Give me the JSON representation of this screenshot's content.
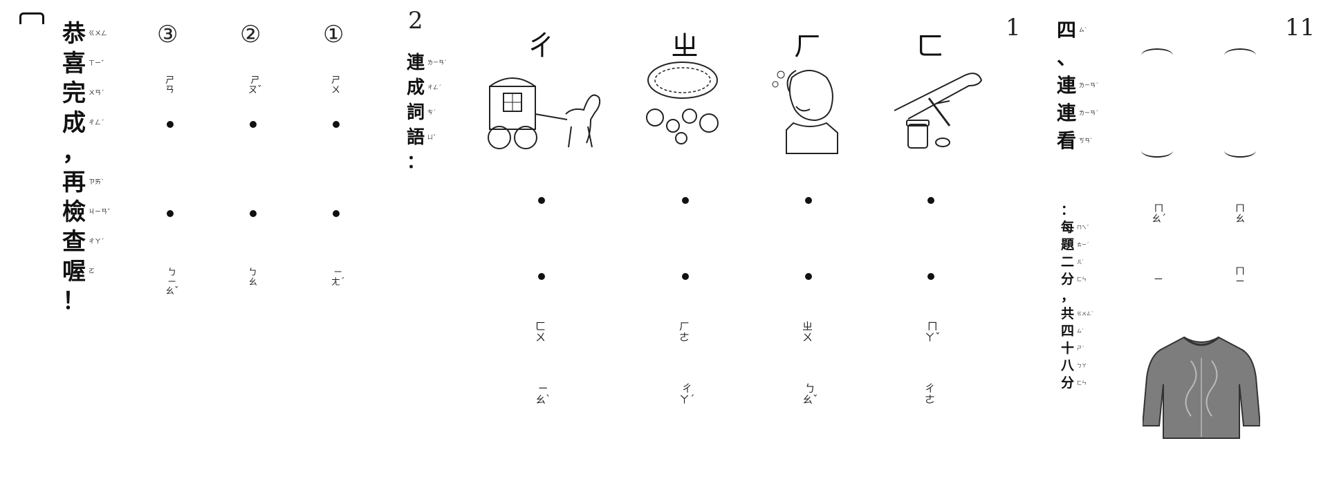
{
  "page_numbers": {
    "right": "11",
    "section1": "1",
    "section2": "2"
  },
  "congrats": {
    "left_bracket": "︶",
    "chars": [
      {
        "h": "恭",
        "zy": "ㄍㄨㄥ"
      },
      {
        "h": "喜",
        "zy": "ㄒㄧˇ"
      },
      {
        "h": "完",
        "zy": "ㄨㄢˊ"
      },
      {
        "h": "成",
        "zy": "ㄔㄥˊ"
      },
      {
        "h": "，",
        "zy": ""
      },
      {
        "h": "再",
        "zy": "ㄗㄞˋ"
      },
      {
        "h": "檢",
        "zy": "ㄐㄧㄢˇ"
      },
      {
        "h": "查",
        "zy": "ㄔㄚˊ"
      },
      {
        "h": "喔",
        "zy": "ㄛ"
      },
      {
        "h": "！",
        "zy": ""
      }
    ]
  },
  "part2": {
    "title_chars": [
      {
        "h": "連",
        "zy": "ㄌㄧㄢˊ"
      },
      {
        "h": "成",
        "zy": "ㄔㄥˊ"
      },
      {
        "h": "詞",
        "zy": "ㄘˊ"
      },
      {
        "h": "語",
        "zy": "ㄩˇ"
      },
      {
        "h": "：",
        "zy": ""
      }
    ],
    "items": [
      {
        "label": "①",
        "top": [
          "ㄕ",
          "ㄨ"
        ],
        "bottom": [
          "ㄧ",
          "ㄤˊ"
        ]
      },
      {
        "label": "②",
        "top": [
          "ㄕ",
          "ㄡˇ"
        ],
        "bottom": [
          "ㄅ",
          "ㄠ"
        ]
      },
      {
        "label": "③",
        "top": [
          "ㄕ",
          "ㄢ"
        ],
        "bottom": [
          "ㄅ",
          "ㄧ",
          "ㄠˇ"
        ]
      }
    ]
  },
  "part1": {
    "columns": [
      {
        "glyph": "ㄈ",
        "icon": "medicine-application-icon",
        "zy1": [
          "ㄇ",
          "ㄚˇ"
        ],
        "zy2": [
          "ㄔ",
          "ㄜ"
        ]
      },
      {
        "glyph": "ㄏ",
        "icon": "girl-blowing-nose-icon",
        "zy1": [
          "ㄓ",
          "ㄨ"
        ],
        "zy2": [
          "ㄅ",
          "ㄠˇ"
        ]
      },
      {
        "glyph": "ㄓ",
        "icon": "jewelry-necklace-icon",
        "zy1": [
          "ㄏ",
          "ㄜ"
        ],
        "zy2": [
          "ㄔ",
          "ㄚˊ"
        ]
      },
      {
        "glyph": "ㄔ",
        "icon": "horse-carriage-icon",
        "zy1": [
          "ㄈ",
          "ㄨ"
        ],
        "zy2": [
          "ㄧ",
          "ㄠˋ"
        ]
      }
    ]
  },
  "section4": {
    "title_chars": [
      {
        "h": "四",
        "zy": "ㄙˋ"
      },
      {
        "h": "、",
        "zy": ""
      },
      {
        "h": "連",
        "zy": "ㄌㄧㄢˊ"
      },
      {
        "h": "連",
        "zy": "ㄌㄧㄢˊ"
      },
      {
        "h": "看",
        "zy": "ㄎㄢˋ"
      }
    ],
    "score_chars": [
      {
        "h": "：",
        "zy": ""
      },
      {
        "h": "每",
        "zy": "ㄇㄟˇ"
      },
      {
        "h": "題",
        "zy": "ㄊㄧˊ"
      },
      {
        "h": "二",
        "zy": "ㄦˋ"
      },
      {
        "h": "分",
        "zy": "ㄈㄣ"
      },
      {
        "h": "，",
        "zy": ""
      },
      {
        "h": "共",
        "zy": "ㄍㄨㄥˋ"
      },
      {
        "h": "四",
        "zy": "ㄙˋ"
      },
      {
        "h": "十",
        "zy": "ㄕˊ"
      },
      {
        "h": "八",
        "zy": "ㄅㄚ"
      },
      {
        "h": "分",
        "zy": "ㄈㄣ"
      }
    ],
    "answer_left": {
      "zy1": [
        "ㄇ",
        "ㄠˊ"
      ],
      "zy2": [
        "ㄧ"
      ]
    },
    "answer_right": {
      "zy1": [
        "ㄇ",
        "ㄠ"
      ],
      "zy2": [
        "ㄇ",
        "ㄧ"
      ]
    },
    "sweater_icon": "sweater-icon"
  }
}
